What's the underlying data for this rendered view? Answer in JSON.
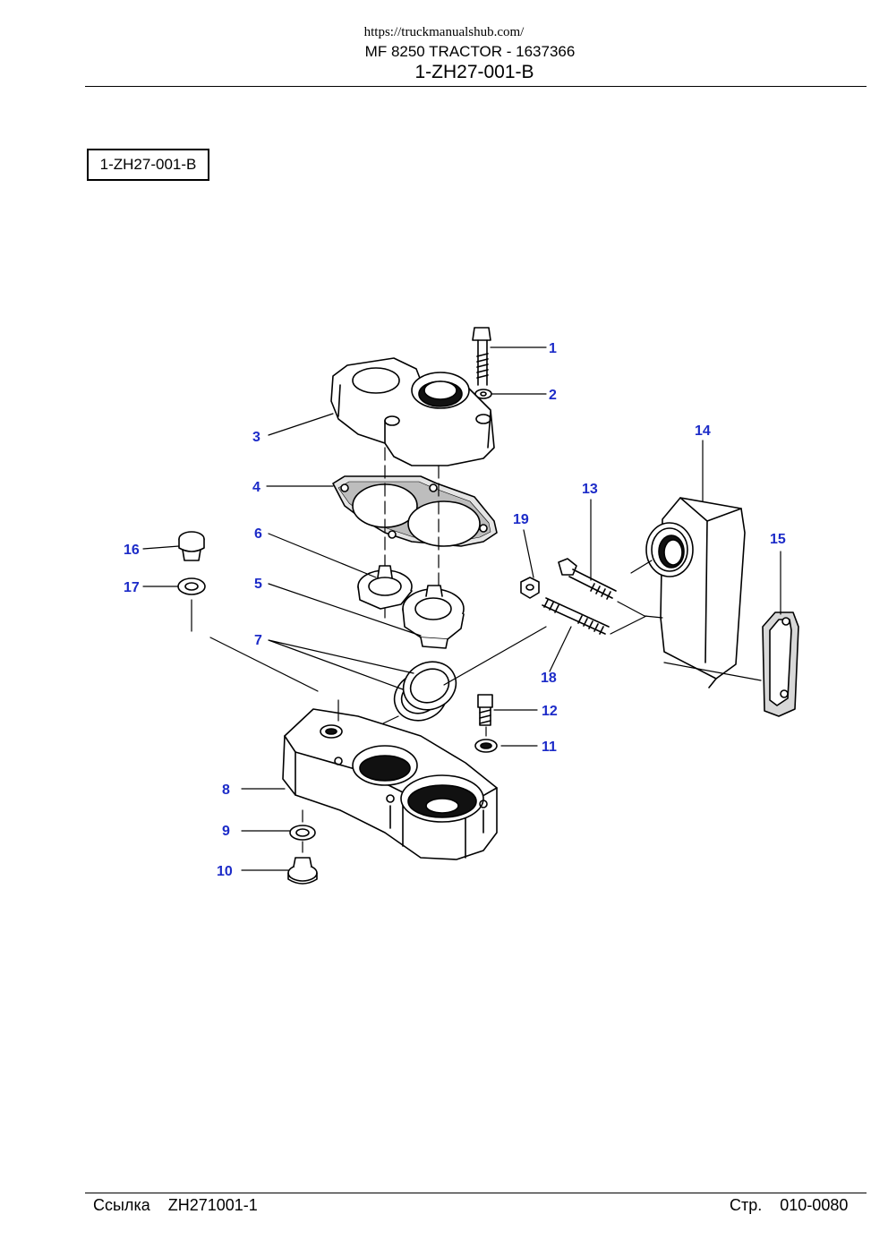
{
  "header": {
    "url": "https://truckmanualshub.com/",
    "model": "MF 8250 TRACTOR - 1637366",
    "code": "1-ZH27-001-B"
  },
  "reference_box": "1-ZH27-001-B",
  "callouts": [
    "1",
    "2",
    "3",
    "4",
    "5",
    "6",
    "7",
    "8",
    "9",
    "10",
    "11",
    "12",
    "13",
    "14",
    "15",
    "16",
    "17",
    "18",
    "19"
  ],
  "footer": {
    "ref_label": "Ссылка",
    "ref_value": "ZH271001-1",
    "page_label": "Стр.",
    "page_value": "010-0080"
  },
  "colors": {
    "callout": "#1c2bc8",
    "line": "#000000"
  }
}
